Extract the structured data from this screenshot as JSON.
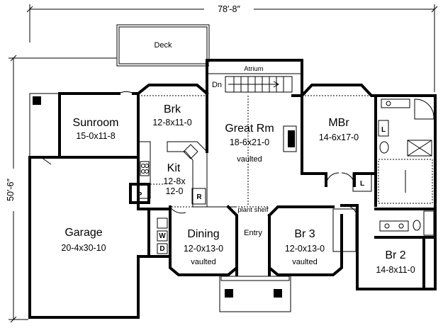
{
  "overall": {
    "width_label": "78′-8″",
    "depth_label": "50′-6″"
  },
  "rooms": {
    "deck": {
      "name": "Deck"
    },
    "atrium": {
      "name": "Atrium",
      "stair_label": "Dn"
    },
    "sunroom": {
      "name": "Sunroom",
      "size": "15-0x11-8"
    },
    "brk": {
      "name": "Brk",
      "size": "12-8x11-0"
    },
    "great_rm": {
      "name": "Great Rm",
      "size": "18-6x21-0",
      "note": "vaulted"
    },
    "mbr": {
      "name": "MBr",
      "size": "14-6x17-0"
    },
    "kit": {
      "name": "Kit",
      "size_1": "12-8x",
      "size_2": "12-0"
    },
    "garage": {
      "name": "Garage",
      "size": "20-4x30-10"
    },
    "dining": {
      "name": "Dining",
      "size": "12-0x13-0",
      "note": "vaulted"
    },
    "entry": {
      "name": "Entry"
    },
    "br3": {
      "name": "Br 3",
      "size": "12-0x13-0",
      "note": "vaulted"
    },
    "br2": {
      "name": "Br 2",
      "size": "14-8x11-0"
    }
  },
  "fixtures": {
    "plant_shelf": "plant shelf",
    "pantry": "P",
    "refrigerator": "R",
    "washer": "W",
    "dryer": "D",
    "linen_1": "L",
    "linen_2": "L"
  }
}
